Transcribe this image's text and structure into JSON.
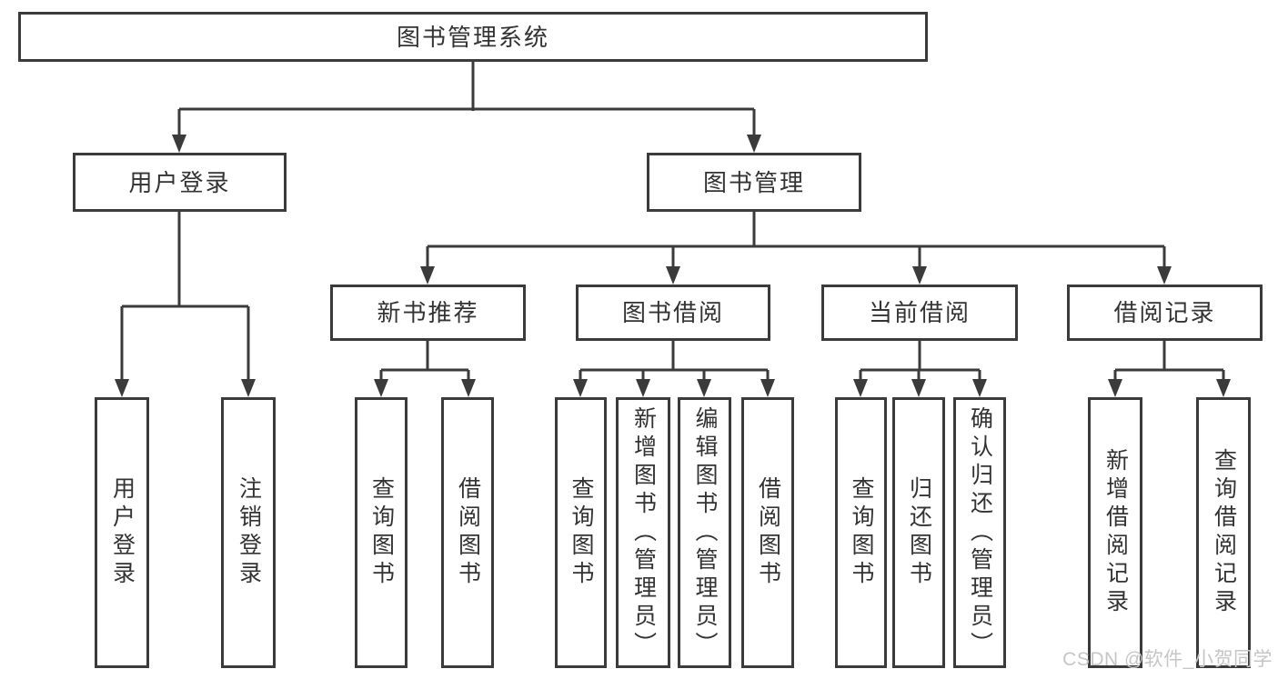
{
  "watermark": "CSDN @软件_小贺同学",
  "colors": {
    "line": "#3b3b3b",
    "text": "#333333",
    "background": "#ffffff",
    "watermark": "#c6c6c6"
  },
  "tree": {
    "root": {
      "label": "图书管理系统"
    },
    "level2": [
      {
        "label": "用户登录",
        "children": [
          {
            "label": "用户登录"
          },
          {
            "label": "注销登录"
          }
        ]
      },
      {
        "label": "图书管理",
        "children": [
          {
            "label": "新书推荐",
            "children": [
              {
                "label": "查询图书"
              },
              {
                "label": "借阅图书"
              }
            ]
          },
          {
            "label": "图书借阅",
            "children": [
              {
                "label": "查询图书"
              },
              {
                "label": "新增图书（管理员）"
              },
              {
                "label": "编辑图书（管理员）"
              },
              {
                "label": "借阅图书"
              }
            ]
          },
          {
            "label": "当前借阅",
            "children": [
              {
                "label": "查询图书"
              },
              {
                "label": "归还图书"
              },
              {
                "label": "确认归还（管理员）"
              }
            ]
          },
          {
            "label": "借阅记录",
            "children": [
              {
                "label": "新增借阅记录"
              },
              {
                "label": "查询借阅记录"
              }
            ]
          }
        ]
      }
    ]
  }
}
